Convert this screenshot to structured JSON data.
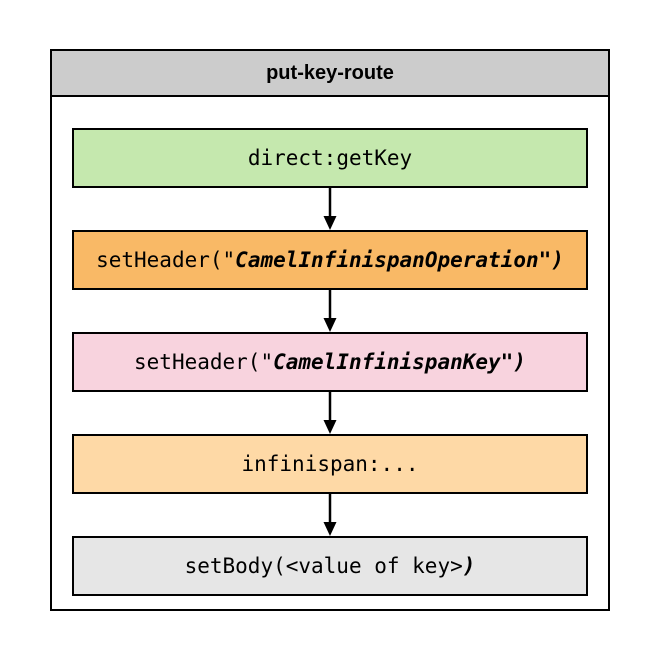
{
  "diagram": {
    "title": "put-key-route",
    "colors": {
      "title_bg": "#cccccc",
      "frame_border": "#000000",
      "arrow": "#000000"
    },
    "nodes": [
      {
        "name": "direct-getkey",
        "text": "direct:getKey",
        "emphasis": "",
        "fill": "#c5e8ae"
      },
      {
        "name": "setheader-operation",
        "text": "setHeader(\"",
        "emphasis": "CamelInfinispanOperation\")",
        "fill": "#f9b966"
      },
      {
        "name": "setheader-key",
        "text": "setHeader(\"",
        "emphasis": "CamelInfinispanKey\")",
        "fill": "#f8d3de"
      },
      {
        "name": "infinispan-endpoint",
        "text": "infinispan:...",
        "emphasis": "",
        "fill": "#fed9a6"
      },
      {
        "name": "setbody-value",
        "text": "setBody(<value of key>",
        "emphasis": ")",
        "fill": "#e6e6e6"
      }
    ]
  }
}
